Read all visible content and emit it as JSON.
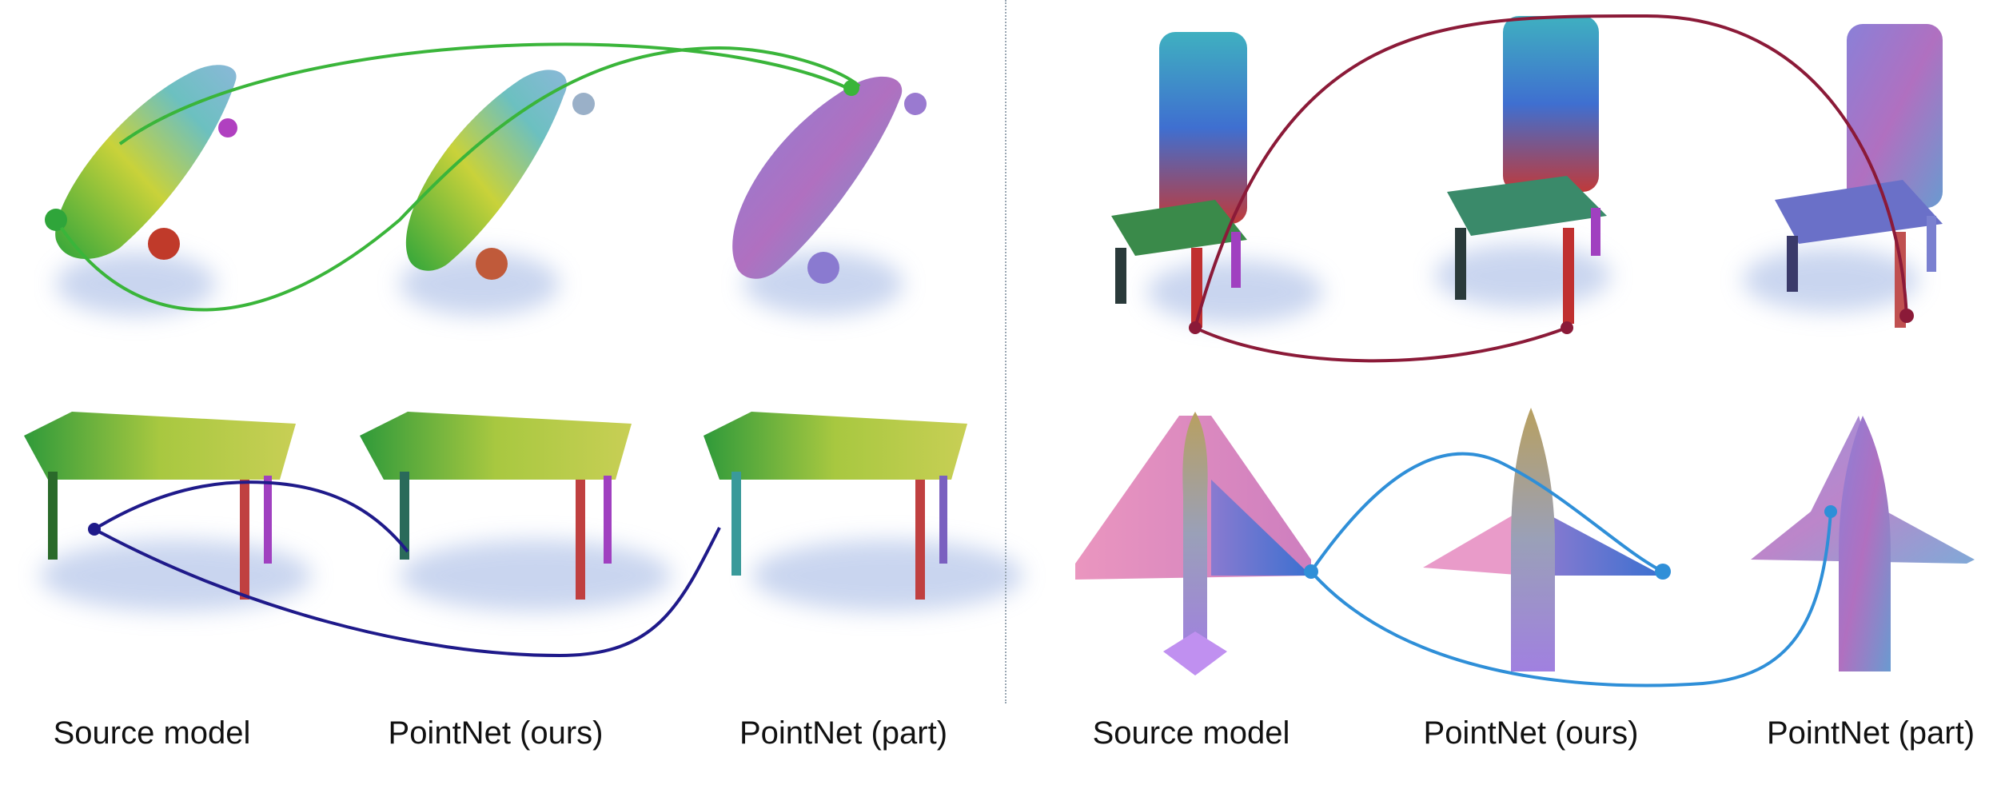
{
  "left_panel": {
    "captions": [
      "Source model",
      "PointNet (ours)",
      "PointNet (part)"
    ]
  },
  "right_panel": {
    "captions": [
      "Source model",
      "PointNet (ours)",
      "PointNet (part)"
    ]
  },
  "colors": {
    "skateboard_link": "#3ab53a",
    "table_link": "#1f1a8a",
    "chair_link": "#8b1a38",
    "airplane_link": "#2f8fd8",
    "divider": "#9aa7b3",
    "shadow": "#b8c8ea"
  }
}
